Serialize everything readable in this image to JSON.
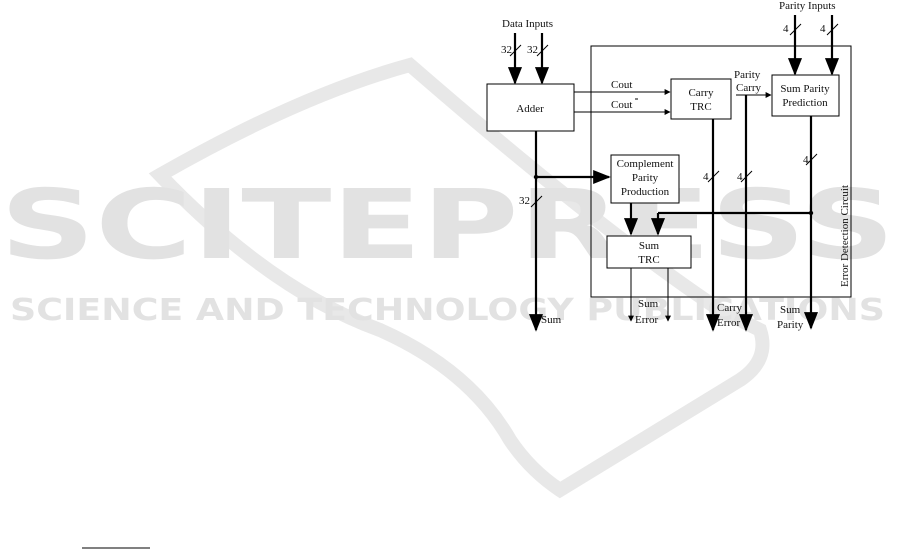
{
  "watermark": {
    "big": "SCITEPRESS",
    "sub": "SCIENCE AND TECHNOLOGY PUBLICATIONS"
  },
  "diagram": {
    "data_inputs": "Data Inputs",
    "parity_inputs": "Parity Inputs",
    "bus_32a": "32",
    "bus_32b": "32",
    "bus_4a": "4",
    "bus_4b": "4",
    "adder": "Adder",
    "cout": "Cout",
    "cout_bar": "Cout",
    "carry_trc": [
      "Carry",
      "TRC"
    ],
    "parity_carry": [
      "Parity",
      "Carry"
    ],
    "sum_parity_prediction": [
      "Sum Parity",
      "Prediction"
    ],
    "complement_parity_production": [
      "Complement",
      "Parity",
      "Production"
    ],
    "sum_trc": [
      "Sum",
      "TRC"
    ],
    "bus_32_sum": "32",
    "bus_4_c1": "4",
    "bus_4_c2": "4",
    "bus_4_sp": "4",
    "error_detection_circuit": "Error Detection Circuit",
    "out_sum": "Sum",
    "out_sum_error": [
      "Sum",
      "Error"
    ],
    "out_carry_error": [
      "Carry",
      "Error"
    ],
    "out_sum_parity": [
      "Sum",
      "Parity"
    ]
  }
}
